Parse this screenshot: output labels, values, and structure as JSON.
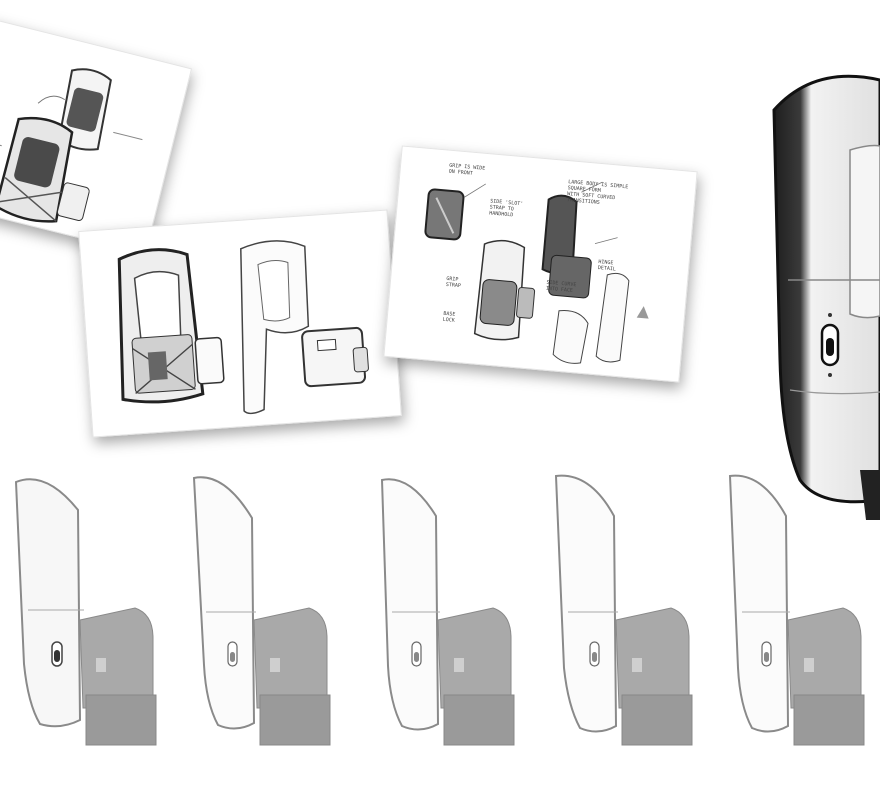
{
  "scene": {
    "description_kind": "product-design-sketch-board",
    "background_color": "#ffffff",
    "accent_dark": "#2a2a2a",
    "accent_gray": "#bdbdbd"
  },
  "sheet_right": {
    "notes": [
      "GRIP IS WIDE\nON FRONT",
      "SIDE 'SLOT'\nSTRAP TO\nHANDHOLD",
      "LARGE BODY IS SIMPLE\nSQUARE FORM\nWITH SOFT CURVED\nTRANSITIONS",
      "HINGE\nDETAIL",
      "GRIP\nSTRAP",
      "SIDE CURVE\nINTO FACE",
      "BASE\nLOCK"
    ]
  },
  "variants": [
    {
      "id": 1,
      "switch": "dark"
    },
    {
      "id": 2,
      "switch": "light"
    },
    {
      "id": 3,
      "switch": "light"
    },
    {
      "id": 4,
      "switch": "light"
    },
    {
      "id": 5,
      "switch": "light"
    }
  ]
}
